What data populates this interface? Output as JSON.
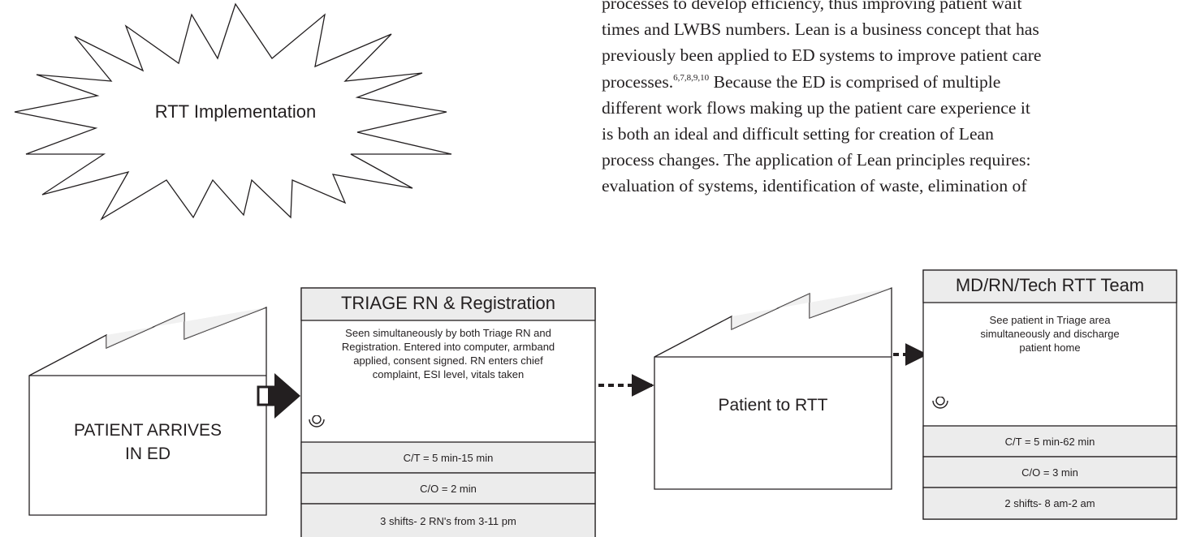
{
  "burst": {
    "label": "RTT Implementation"
  },
  "paragraph": {
    "lines": [
      "processes to develop efficiency, thus improving patient wait",
      "times and LWBS numbers. Lean is a business concept that has",
      "previously been applied to ED systems to improve patient care",
      "processes.",
      "Because the ED is comprised of multiple",
      "different work flows making up the patient care experience it",
      "is both an ideal and difficult setting for creation of Lean",
      "process changes. The application of Lean principles requires:",
      "evaluation of systems, identification of waste, elimination of"
    ],
    "citation": "6,7,8,9,10"
  },
  "flow": {
    "arrival": {
      "label_line1": "PATIENT ARRIVES",
      "label_line2": "IN ED"
    },
    "triage": {
      "title": "TRIAGE RN & Registration",
      "desc_lines": [
        "Seen simultaneously by both Triage RN and",
        "Registration. Entered into computer, armband",
        "applied, consent signed.  RN enters chief",
        "complaint, ESI level, vitals taken"
      ],
      "ct": "C/T = 5 min-15 min",
      "co": "C/O = 2 min",
      "shifts": "3 shifts- 2 RN's from 3-11 pm"
    },
    "rtt_factory": {
      "label": "Patient to RTT"
    },
    "team": {
      "title": "MD/RN/Tech RTT Team",
      "desc_lines": [
        "See patient in Triage area",
        "simultaneously and discharge",
        "patient home"
      ],
      "ct": "C/T = 5 min-62 min",
      "co": "C/O = 3 min",
      "shifts": "2 shifts- 8 am-2 am"
    }
  }
}
